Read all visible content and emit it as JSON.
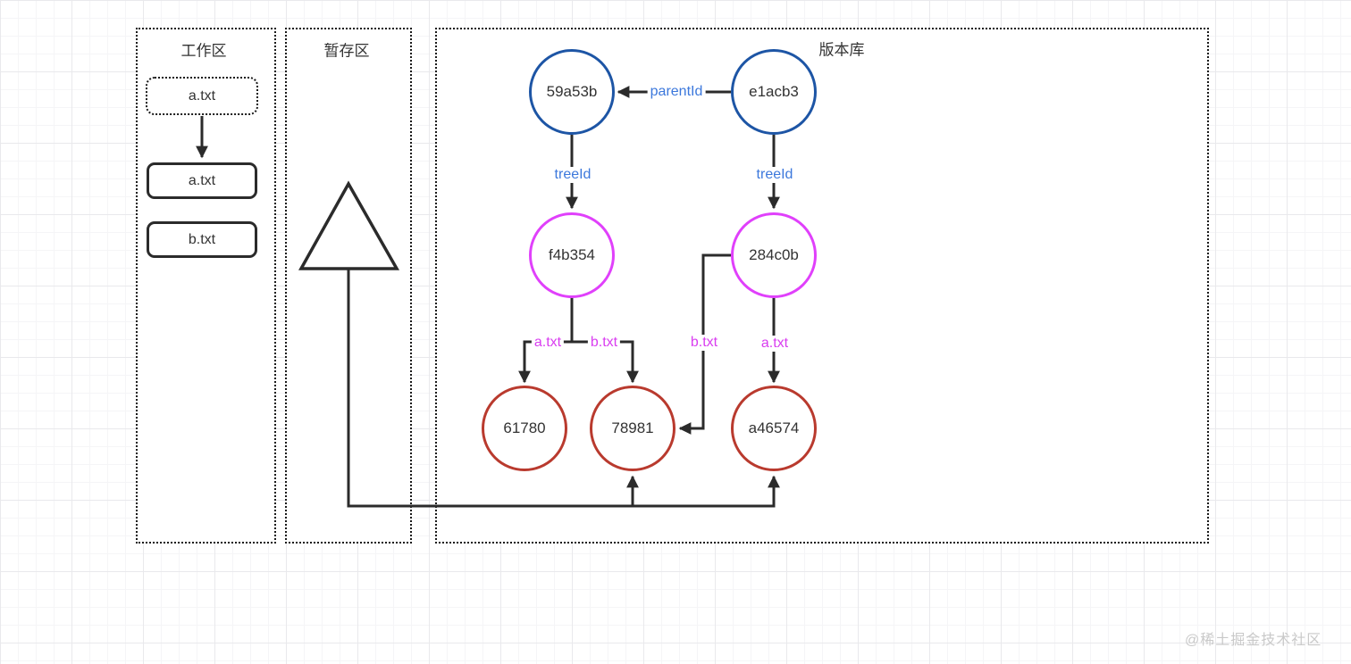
{
  "regions": {
    "working": {
      "title": "工作区",
      "files": [
        {
          "label": "a.txt",
          "style": "dotted"
        },
        {
          "label": "a.txt",
          "style": "solid"
        },
        {
          "label": "b.txt",
          "style": "solid"
        }
      ]
    },
    "staging": {
      "title": "暂存区"
    },
    "repository": {
      "title": "版本库",
      "commits": [
        {
          "id": "59a53b"
        },
        {
          "id": "e1acb3"
        }
      ],
      "trees": [
        {
          "id": "f4b354"
        },
        {
          "id": "284c0b"
        }
      ],
      "blobs": [
        {
          "id": "61780"
        },
        {
          "id": "78981"
        },
        {
          "id": "a46574"
        }
      ],
      "edge_labels": {
        "parent": "parentId",
        "tree_left": "treeId",
        "tree_right": "treeId",
        "f4b354_to_61780": "a.txt",
        "f4b354_to_78981": "b.txt",
        "c284c0b_to_78981": "b.txt",
        "c284c0b_to_a46574": "a.txt"
      }
    }
  },
  "colors": {
    "commit_stroke": "#1d55a5",
    "tree_stroke": "#e040fb",
    "blob_stroke": "#b93a2e",
    "line": "#2b2b2b",
    "blue_label": "#3c78dc",
    "magenta_label": "#d93df0"
  },
  "watermark": "@稀土掘金技术社区"
}
